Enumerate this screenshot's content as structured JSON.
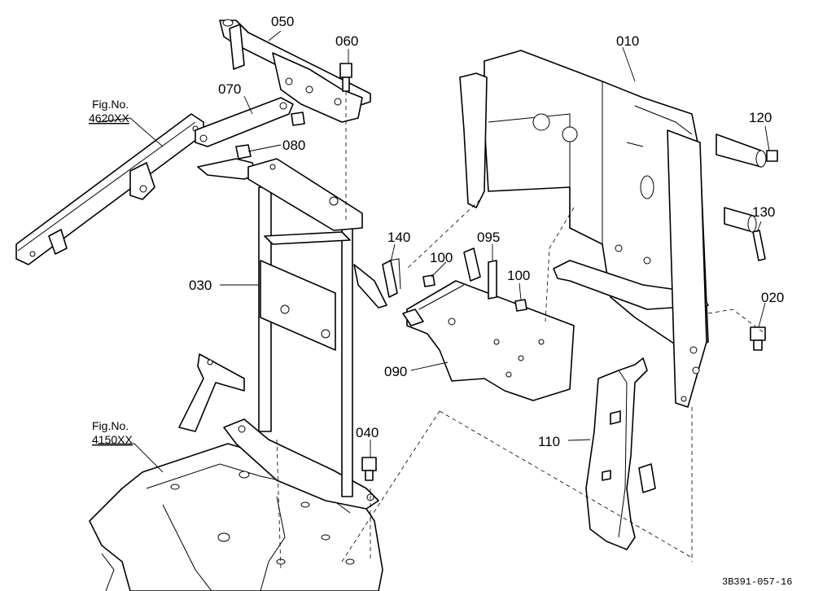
{
  "labels": {
    "p010": "010",
    "p020": "020",
    "p030": "030",
    "p040": "040",
    "p050": "050",
    "p060": "060",
    "p070": "070",
    "p080": "080",
    "p090": "090",
    "p095": "095",
    "p100a": "100",
    "p100b": "100",
    "p110": "110",
    "p120": "120",
    "p130": "130",
    "p140": "140"
  },
  "figure_refs": {
    "ref1_line1": "Fig.No.",
    "ref1_line2": "4620XX",
    "ref2_line1": "Fig.No.",
    "ref2_line2": "4150XX"
  },
  "drawing_code": "3B391-057-16"
}
